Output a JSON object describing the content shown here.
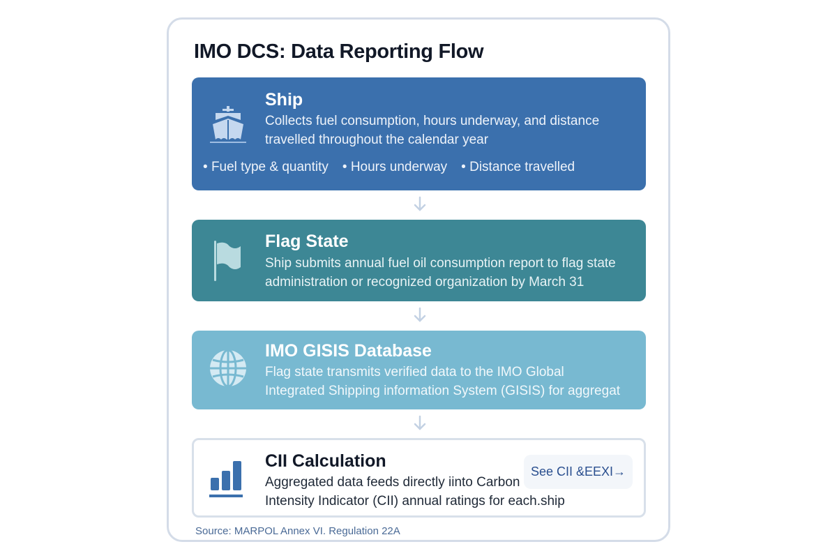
{
  "title": "IMO DCS: Data Reporting Flow",
  "steps": [
    {
      "icon": "ship-icon",
      "title": "Ship",
      "desc_line1": "Collects fuel consumption, hours underway, and distance",
      "desc_line2": "travelled throughout the calendar year",
      "bullets": [
        "Fuel type & quantity",
        "Hours underway",
        "Distance travelled"
      ],
      "color": "#3b70ad"
    },
    {
      "icon": "flag-icon",
      "title": "Flag State",
      "desc_line1": "Ship submits annual fuel oil consumption report to flag state",
      "desc_line2": "administration or recognized organization by March 31",
      "color": "#3d8795"
    },
    {
      "icon": "globe-icon",
      "title": "IMO GISIS Database",
      "desc_line1": "Flag state transmits verified data to the IMO Global",
      "desc_line2": "Integrated Shipping information System (GISIS) for aggregat",
      "color": "#78b9d1"
    },
    {
      "icon": "bar-chart-icon",
      "title": "CII Calculation",
      "desc_line1": "Aggregated data feeds directly iinto Carbon",
      "desc_line2": "Intensity Indicator (CII) annual ratings for each.ship",
      "link_label": "See CII &EEXI→",
      "color": "#ffffff"
    }
  ],
  "source": "Source: MARPOL Annex VI. Regulation 22A"
}
